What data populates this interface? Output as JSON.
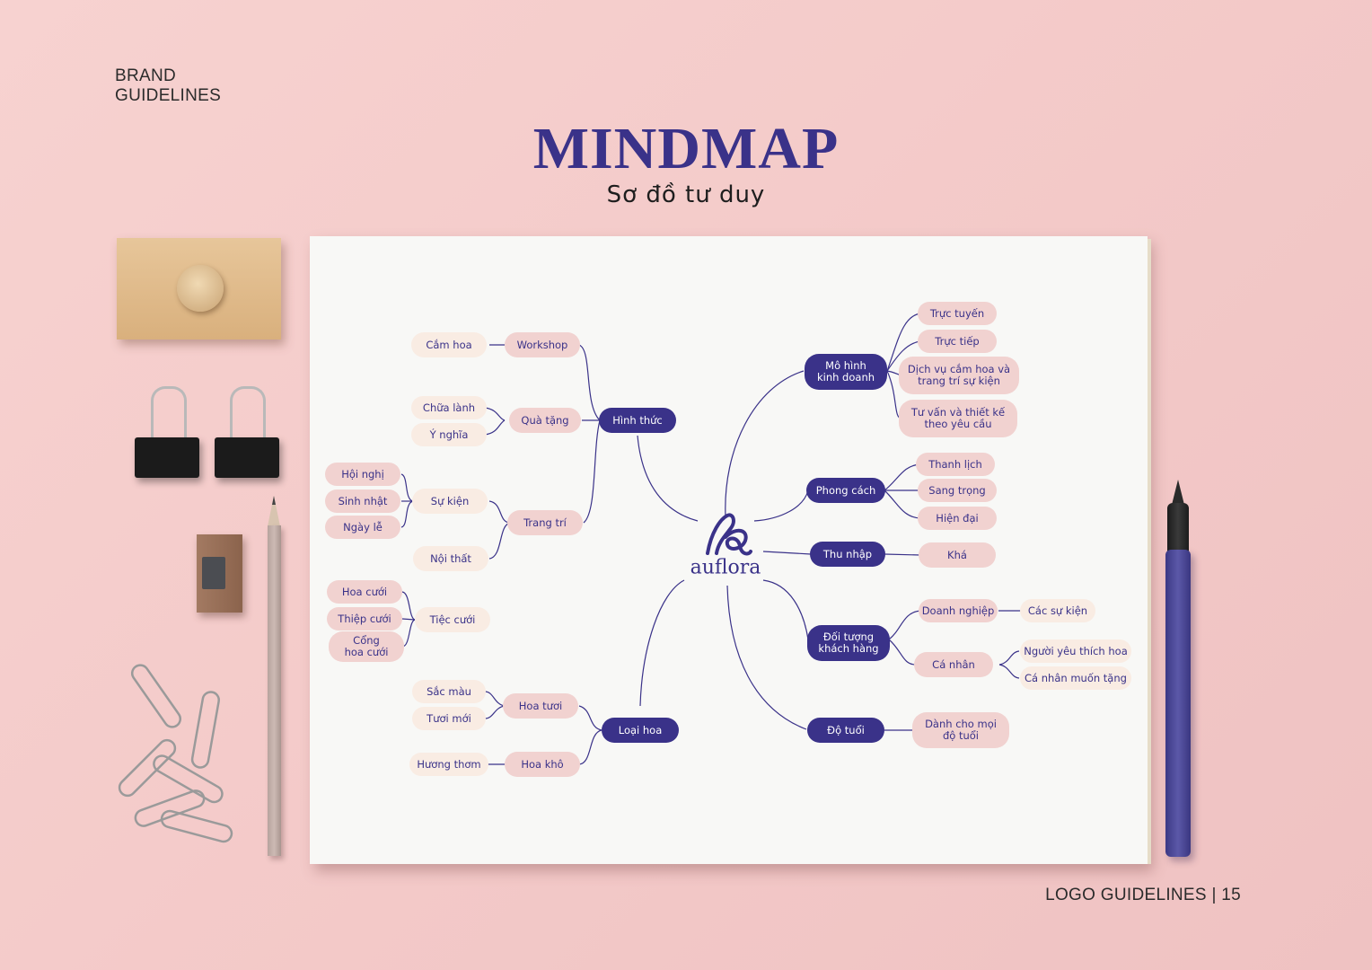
{
  "page": {
    "brand_line1": "BRAND",
    "brand_line2": "GUIDELINES",
    "title": "MINDMAP",
    "subtitle": "Sơ đồ tư duy",
    "footer": "LOGO GUIDELINES | 15"
  },
  "colors": {
    "navy": "#3a3289",
    "pink": "#f1d2d0",
    "cream": "#f9ece3",
    "line": "#3a3289"
  },
  "mindmap": {
    "center_logo_word": "auflora",
    "nodes": {
      "hinh_thuc": "Hình thức",
      "workshop": "Workshop",
      "cam_hoa": "Cắm hoa",
      "qua_tang": "Quà tặng",
      "chua_lanh": "Chữa lành",
      "y_nghia": "Ý nghĩa",
      "trang_tri": "Trang trí",
      "su_kien": "Sự kiện",
      "hoi_nghi": "Hội nghị",
      "sinh_nhat": "Sinh nhật",
      "ngay_le": "Ngày lễ",
      "noi_that": "Nội thất",
      "loai_hoa": "Loại hoa",
      "tiec_cuoi": "Tiệc cưới",
      "hoa_cuoi": "Hoa cưới",
      "thiep_cuoi": "Thiệp cưới",
      "cong_hoa_cuoi": "Cổng\nhoa cưới",
      "hoa_tuoi": "Hoa tươi",
      "sac_mau": "Sắc màu",
      "tuoi_moi": "Tươi mới",
      "hoa_kho": "Hoa khô",
      "huong_thom": "Hương thơm",
      "mo_hinh": "Mô hình\nkinh doanh",
      "truc_tuyen": "Trực tuyến",
      "truc_tiep": "Trực tiếp",
      "dich_vu": "Dịch vụ cắm hoa và\ntrang trí sự kiện",
      "tu_van": "Tư vấn và thiết kế\ntheo yêu cầu",
      "phong_cach": "Phong cách",
      "thanh_lich": "Thanh lịch",
      "sang_trong": "Sang trọng",
      "hien_dai": "Hiện đại",
      "thu_nhap": "Thu nhập",
      "kha": "Khá",
      "doi_tuong": "Đối tượng\nkhách hàng",
      "doanh_nghiep": "Doanh nghiệp",
      "cac_su_kien": "Các sự kiện",
      "ca_nhan": "Cá nhân",
      "nguoi_yeu": "Người yêu thích hoa",
      "ca_nhan_muon": "Cá nhân muốn tặng",
      "do_tuoi": "Độ tuổi",
      "danh_cho": "Dành cho mọi\nđộ tuổi"
    }
  }
}
